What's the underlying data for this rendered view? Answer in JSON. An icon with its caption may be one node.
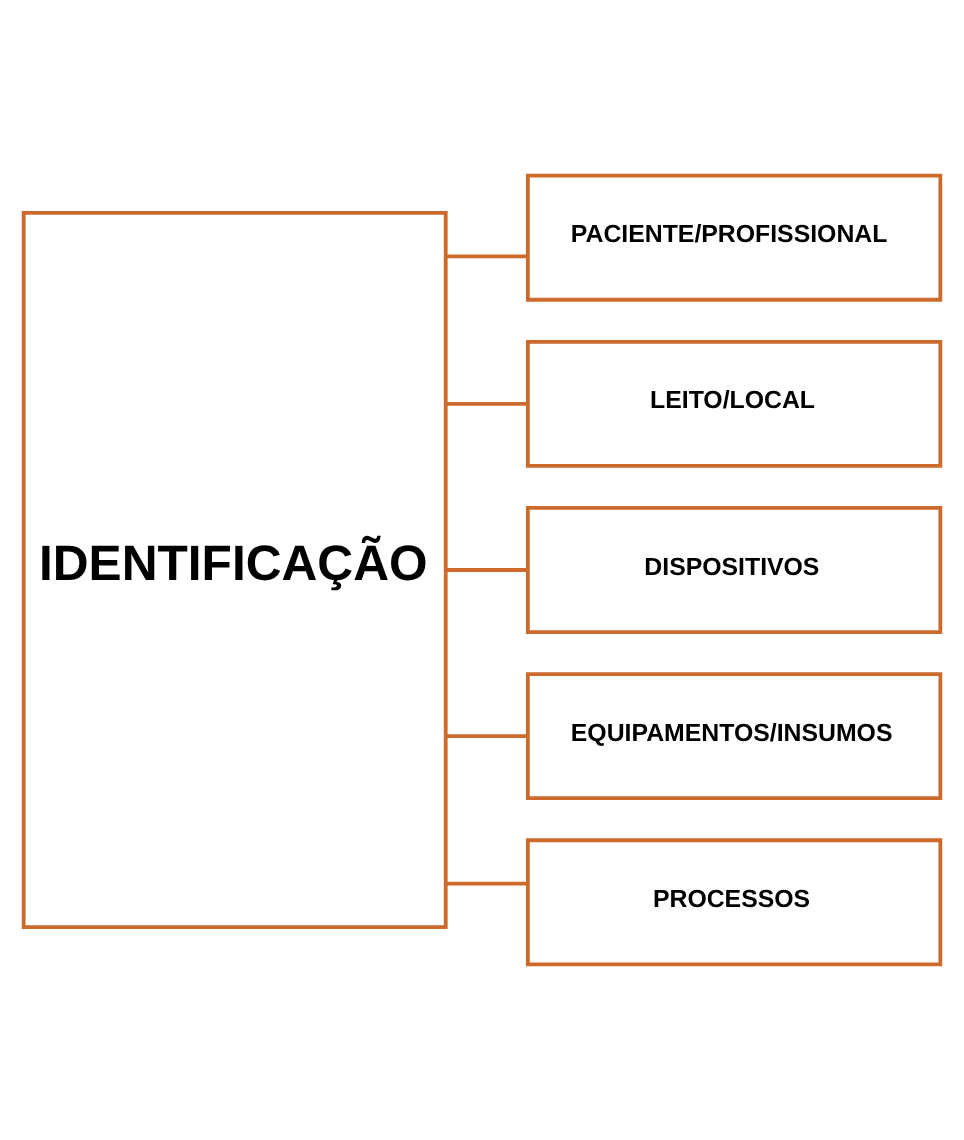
{
  "diagram": {
    "nodes": [
      {
        "text": [
          "IDENTIFICAÇÃO"
        ]
      },
      {
        "text": [
          "PACIENTE/PROFISSIONAL"
        ]
      },
      {
        "text": [
          "LEITO/LOCAL"
        ]
      },
      {
        "text": [
          "DISPOSITIVOS"
        ]
      },
      {
        "text": [
          "EQUIPAMENTOS/INSUMOS"
        ]
      },
      {
        "text": [
          "PROCESSOS"
        ]
      }
    ],
    "edges": [
      {
        "from": 0,
        "to": 1,
        "arrow": "none"
      },
      {
        "from": 0,
        "to": 2,
        "arrow": "none"
      },
      {
        "from": 0,
        "to": 3,
        "arrow": "none"
      },
      {
        "from": 0,
        "to": 4,
        "arrow": "none"
      },
      {
        "from": 0,
        "to": 5,
        "arrow": "none"
      }
    ]
  }
}
